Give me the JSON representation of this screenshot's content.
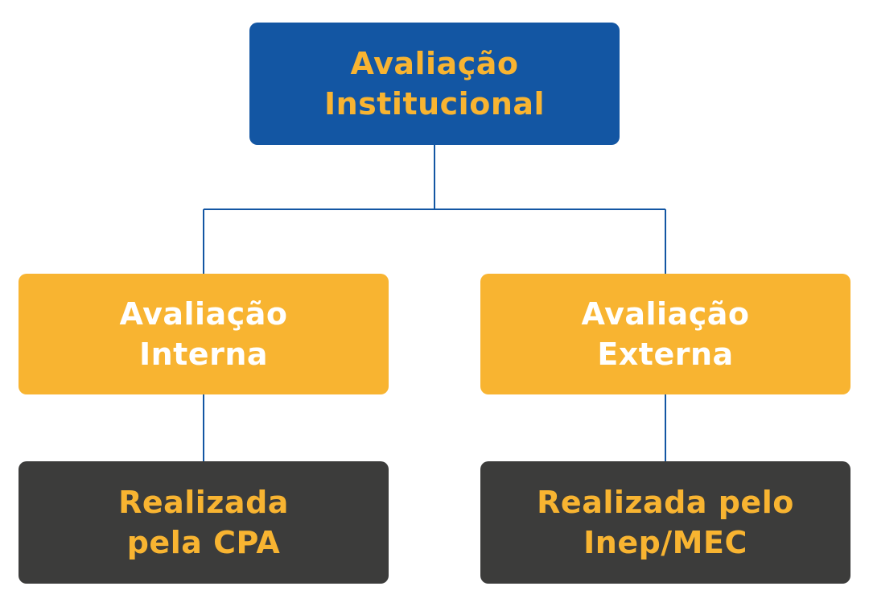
{
  "top_node": {
    "line1": "Avaliação",
    "line2": "Institucional"
  },
  "internal_node": {
    "line1": "Avaliação",
    "line2": "Interna"
  },
  "external_node": {
    "line1": "Avaliação",
    "line2": "Externa"
  },
  "internal_detail": {
    "line1": "Realizada",
    "line2": "pela CPA"
  },
  "external_detail": {
    "line1": "Realizada pelo",
    "line2": "Inep/MEC"
  },
  "colors": {
    "top_fill": "#1356a3",
    "accent_yellow": "#f8b431",
    "dark_fill": "#3c3c3b",
    "connector": "#1356a3"
  }
}
